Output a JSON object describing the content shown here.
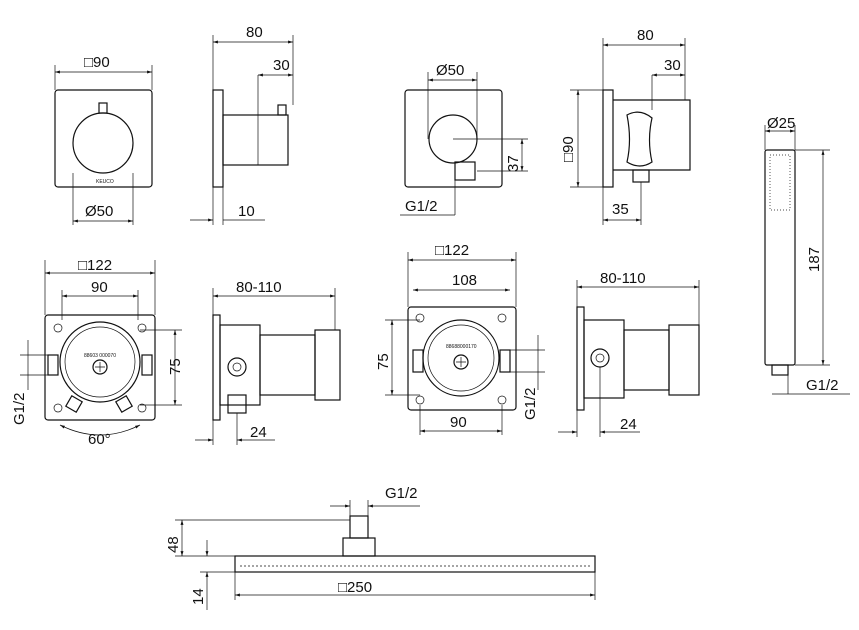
{
  "top_row": {
    "thermostat_front": {
      "width": "□90",
      "dial": "Ø50",
      "logo": "KEUCO"
    },
    "thermostat_side": {
      "depth": "80",
      "handle": "30",
      "plate": "10"
    },
    "outlet_front": {
      "diameter": "Ø50",
      "height": "37",
      "thread": "G1/2"
    },
    "outlet_side": {
      "depth": "80",
      "handle": "30",
      "height": "□90",
      "offset": "35"
    },
    "hand_shower": {
      "diameter": "Ø25",
      "length": "187",
      "thread": "G1/2"
    }
  },
  "middle_row": {
    "box1_front": {
      "size": "□122",
      "width": "90",
      "height": "75",
      "thread": "G1/2",
      "angle": "60°",
      "part_no": "88603 000070"
    },
    "box1_side": {
      "depth": "80-110",
      "offset": "24"
    },
    "box2_front": {
      "size": "□122",
      "width": "108",
      "height": "75",
      "bottom": "90",
      "thread": "G1/2",
      "part_no": "88688000170"
    },
    "box2_side": {
      "depth": "80-110",
      "offset": "24"
    }
  },
  "overhead_shower": {
    "thread": "G1/2",
    "height": "48",
    "thickness": "14",
    "size": "□250"
  }
}
